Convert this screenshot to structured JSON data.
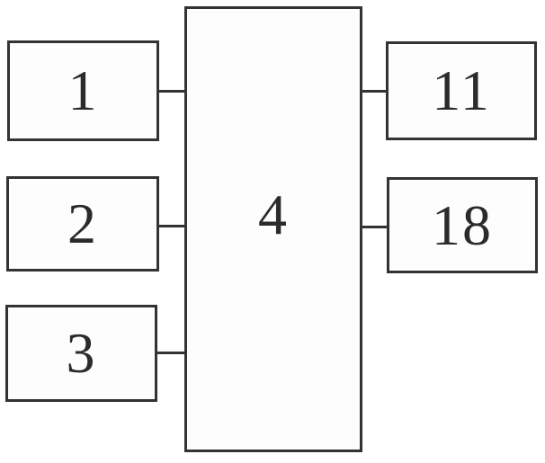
{
  "diagram": {
    "type": "block-diagram",
    "nodes": [
      {
        "id": "1",
        "label": "1"
      },
      {
        "id": "2",
        "label": "2"
      },
      {
        "id": "3",
        "label": "3"
      },
      {
        "id": "4",
        "label": "4"
      },
      {
        "id": "11",
        "label": "11"
      },
      {
        "id": "18",
        "label": "18"
      }
    ],
    "edges": [
      {
        "from": "1",
        "to": "4"
      },
      {
        "from": "2",
        "to": "4"
      },
      {
        "from": "3",
        "to": "4"
      },
      {
        "from": "4",
        "to": "11"
      },
      {
        "from": "4",
        "to": "18"
      }
    ],
    "colors": {
      "line": "#333333",
      "background": "#ffffff",
      "box_fill": "#fdfdfd",
      "text": "#2b2b2b"
    }
  }
}
